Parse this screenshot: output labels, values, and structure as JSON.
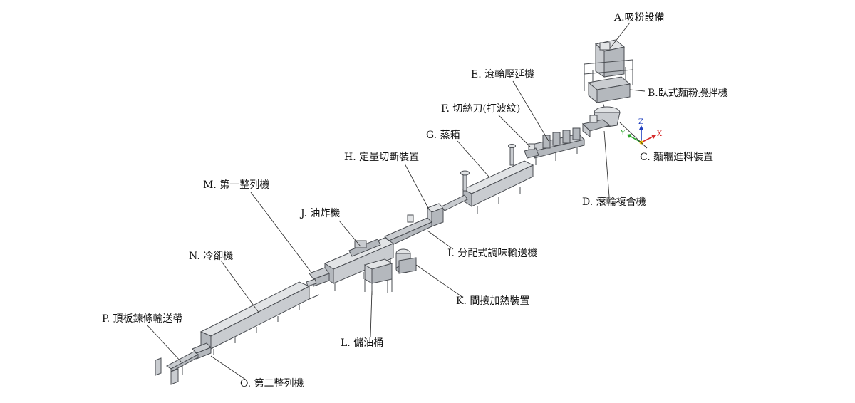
{
  "labels": {
    "A": "A.吸粉設備",
    "B": "B.臥式麵粉攪拌機",
    "C": "C. 麵糰進料裝置",
    "D": "D. 滾輪複合機",
    "E": "E. 滾輪壓延機",
    "F": "F. 切絲刀(打波紋)",
    "G": "G. 蒸箱",
    "H": "H. 定量切斷裝置",
    "I": "I. 分配式調味輸送機",
    "J": "J. 油炸機",
    "K": "K. 間接加熱裝置",
    "L": "L. 儲油桶",
    "M": "M. 第一整列機",
    "N": "N. 冷卻機",
    "O": "O. 第二整列機",
    "P": "P. 頂板鍊條輸送帶"
  },
  "axes": {
    "x": "X",
    "y": "Y",
    "z": "Z"
  },
  "colors": {
    "x_axis": "#d62b2b",
    "y_axis": "#2aa52a",
    "z_axis": "#1f3fbf",
    "origin": "#f2c400"
  }
}
